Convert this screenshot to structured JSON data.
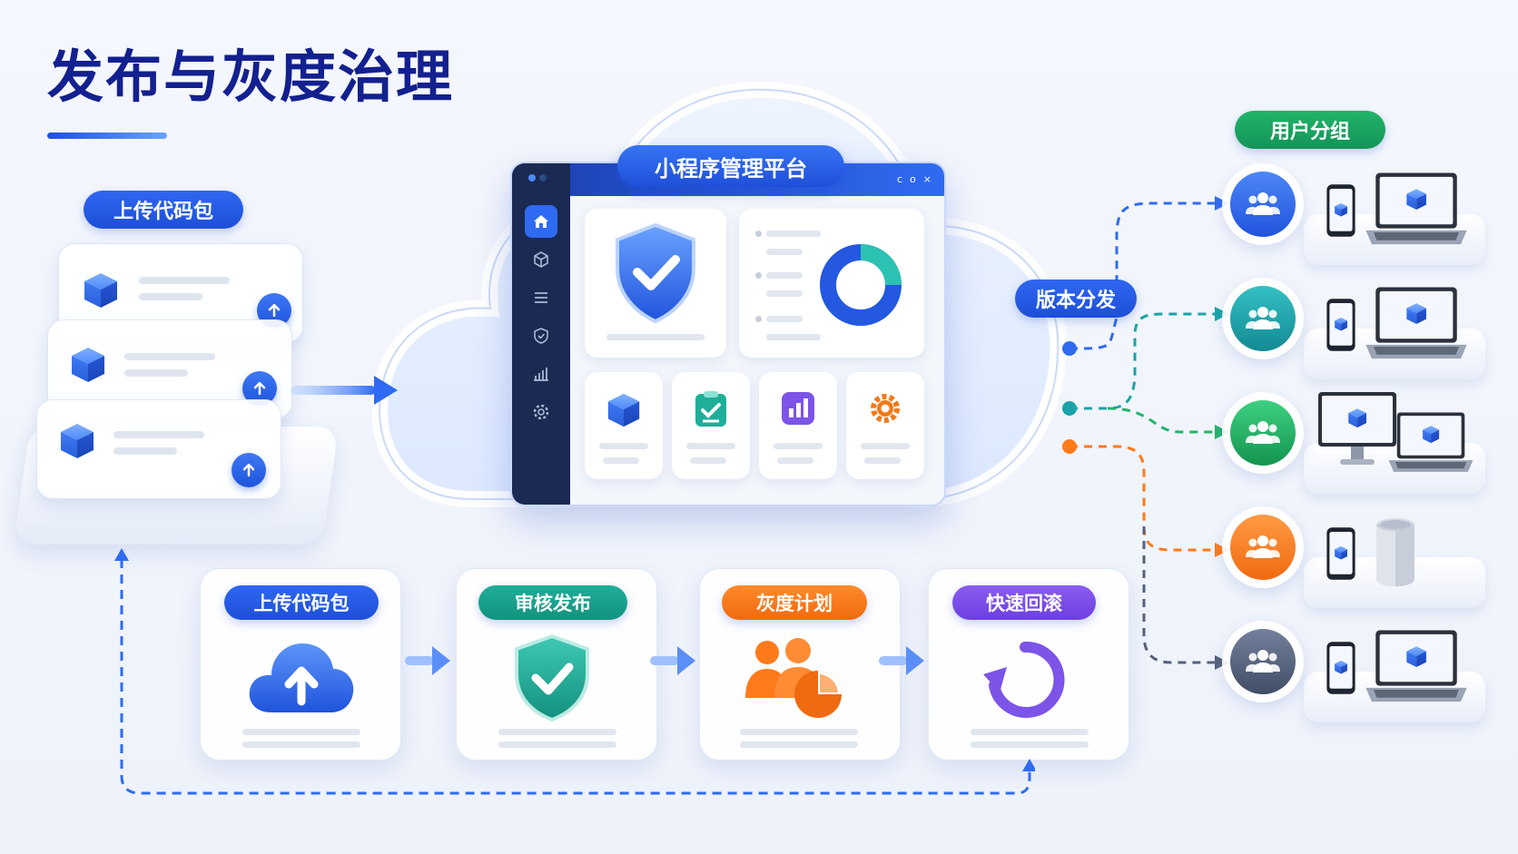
{
  "title": "发布与灰度治理",
  "upload_pill": "上传代码包",
  "platform": {
    "title": "小程序管理平台",
    "window_controls": [
      "c",
      "o",
      "×"
    ]
  },
  "distribution_pill": "版本分发",
  "user_group_pill": "用户分组",
  "steps": [
    {
      "label": "上传代码包",
      "color": "#2f67f0"
    },
    {
      "label": "审核发布",
      "color": "#1fae99"
    },
    {
      "label": "灰度计划",
      "color": "#ff8a2a"
    },
    {
      "label": "快速回滚",
      "color": "#8a5cf0"
    }
  ],
  "user_groups": [
    {
      "color": "#2f67f0",
      "devices": "phone-laptop"
    },
    {
      "color": "#1aa3a8",
      "devices": "phone-laptop"
    },
    {
      "color": "#22b46a",
      "devices": "monitor-laptop"
    },
    {
      "color": "#ff7a1a",
      "devices": "phone-speaker"
    },
    {
      "color": "#55627c",
      "devices": "phone-laptop"
    }
  ],
  "icons": [
    "cube-icon",
    "upload-arrow-icon",
    "home-icon",
    "package-icon",
    "menu-icon",
    "shield-check-icon",
    "bar-chart-icon",
    "gear-icon",
    "donut-chart-icon",
    "clipboard-icon",
    "cloud-upload-icon",
    "users-icon",
    "pie-chart-icon",
    "rollback-icon",
    "phone-icon",
    "laptop-icon",
    "monitor-icon",
    "speaker-icon"
  ]
}
